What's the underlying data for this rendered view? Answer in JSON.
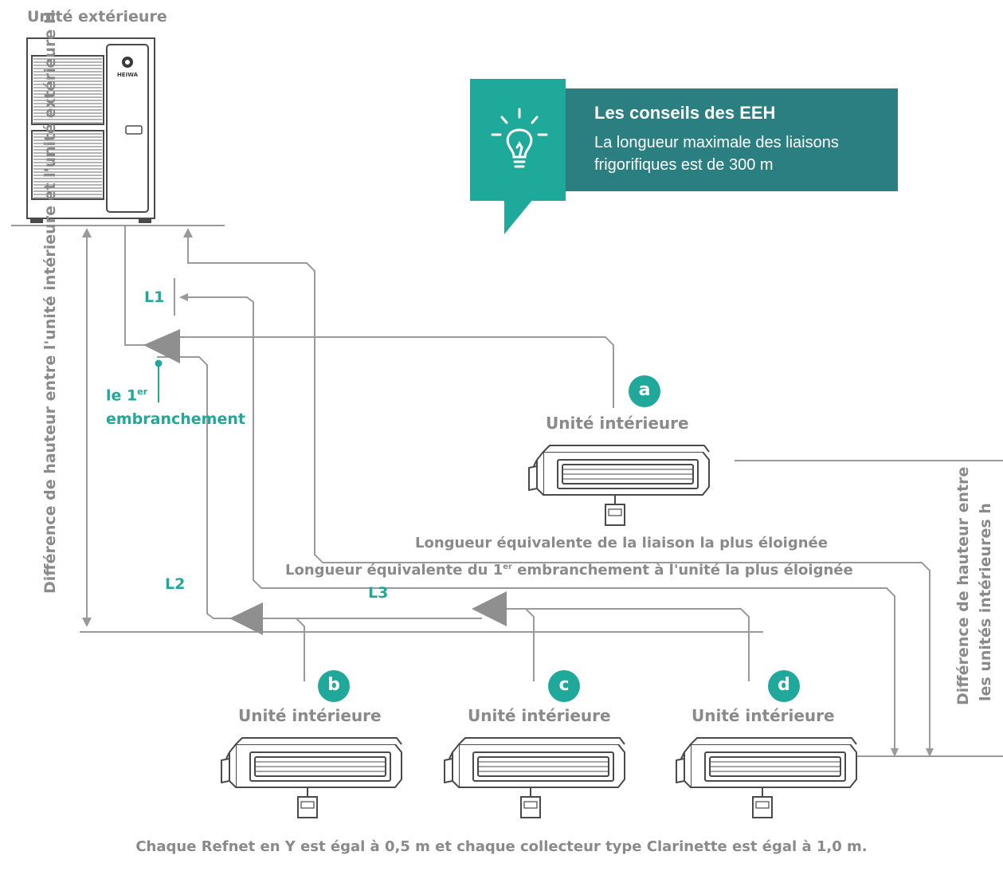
{
  "outdoor_unit": {
    "title": "Unité extérieure",
    "brand": "HEIWA"
  },
  "tip": {
    "title": "Les conseils des EEH",
    "text": "La longueur maximale des liaisons frigorifiques est de 300 m"
  },
  "labels": {
    "L1": "L1",
    "L2": "L2",
    "L3": "L3",
    "first_branch_prefix": "le 1",
    "first_branch_sup": "er",
    "first_branch_line2": "embranchement",
    "equiv_farthest": "Longueur équivalente de la liaison la plus éloignée",
    "equiv_first_prefix": "Longueur équivalente du 1",
    "equiv_first_sup": "er",
    "equiv_first_suffix": " embranchement à l'unité la plus éloignée",
    "height_outdoor_indoor": "Différence de hauteur entre l'unité intérieure et l'unité extérieure H",
    "height_indoor_line1": "Différence de hauteur entre",
    "height_indoor_line2": "les unités intérieures h"
  },
  "indoor_units": [
    {
      "letter": "a",
      "label": "Unité intérieure"
    },
    {
      "letter": "b",
      "label": "Unité intérieure"
    },
    {
      "letter": "c",
      "label": "Unité intérieure"
    },
    {
      "letter": "d",
      "label": "Unité intérieure"
    }
  ],
  "footer": "Chaque Refnet en Y est égal à 0,5 m et chaque collecteur type Clarinette est égal à 1,0 m.",
  "colors": {
    "teal": "#20a99a",
    "dark_teal": "#2c7f80",
    "gray": "#8a8a8a",
    "line": "#9a9a9a"
  }
}
